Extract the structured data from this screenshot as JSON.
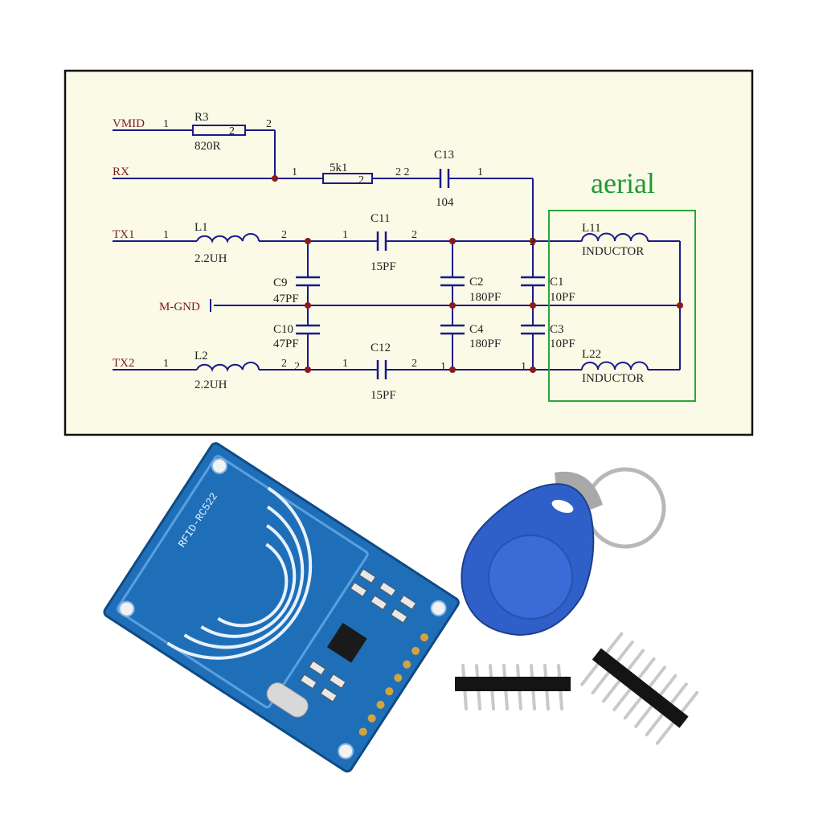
{
  "schematic": {
    "ports": {
      "vmid": "VMID",
      "rx": "RX",
      "tx1": "TX1",
      "mgnd": "M-GND",
      "tx2": "TX2"
    },
    "components": {
      "r3": {
        "ref": "R3",
        "value": "820R"
      },
      "r5k": {
        "ref": "5k1"
      },
      "c13": {
        "ref": "C13",
        "value": "104"
      },
      "l1": {
        "ref": "L1",
        "value": "2.2UH"
      },
      "l2": {
        "ref": "L2",
        "value": "2.2UH"
      },
      "c11": {
        "ref": "C11",
        "value": "15PF"
      },
      "c12": {
        "ref": "C12",
        "value": "15PF"
      },
      "c9": {
        "ref": "C9",
        "value": "47PF"
      },
      "c10": {
        "ref": "C10",
        "value": "47PF"
      },
      "c2": {
        "ref": "C2",
        "value": "180PF"
      },
      "c4": {
        "ref": "C4",
        "value": "180PF"
      },
      "c1": {
        "ref": "C1",
        "value": "10PF"
      },
      "c3": {
        "ref": "C3",
        "value": "10PF"
      },
      "l11": {
        "ref": "L11",
        "value": "INDUCTOR"
      },
      "l22": {
        "ref": "L22",
        "value": "INDUCTOR"
      }
    },
    "pins": {
      "one": "1",
      "two": "2",
      "twotwo": "2 2"
    },
    "aerial_label": "aerial"
  },
  "product": {
    "board_silkscreen": "RFID-RC522",
    "colors": {
      "board": "#1f6fb8",
      "keyfob": "#2f5fc8",
      "schematic_bg": "#fafae6",
      "wire": "#1a1a8c",
      "junction": "#8b1a1a",
      "aerial_box": "#2aa63a"
    }
  }
}
